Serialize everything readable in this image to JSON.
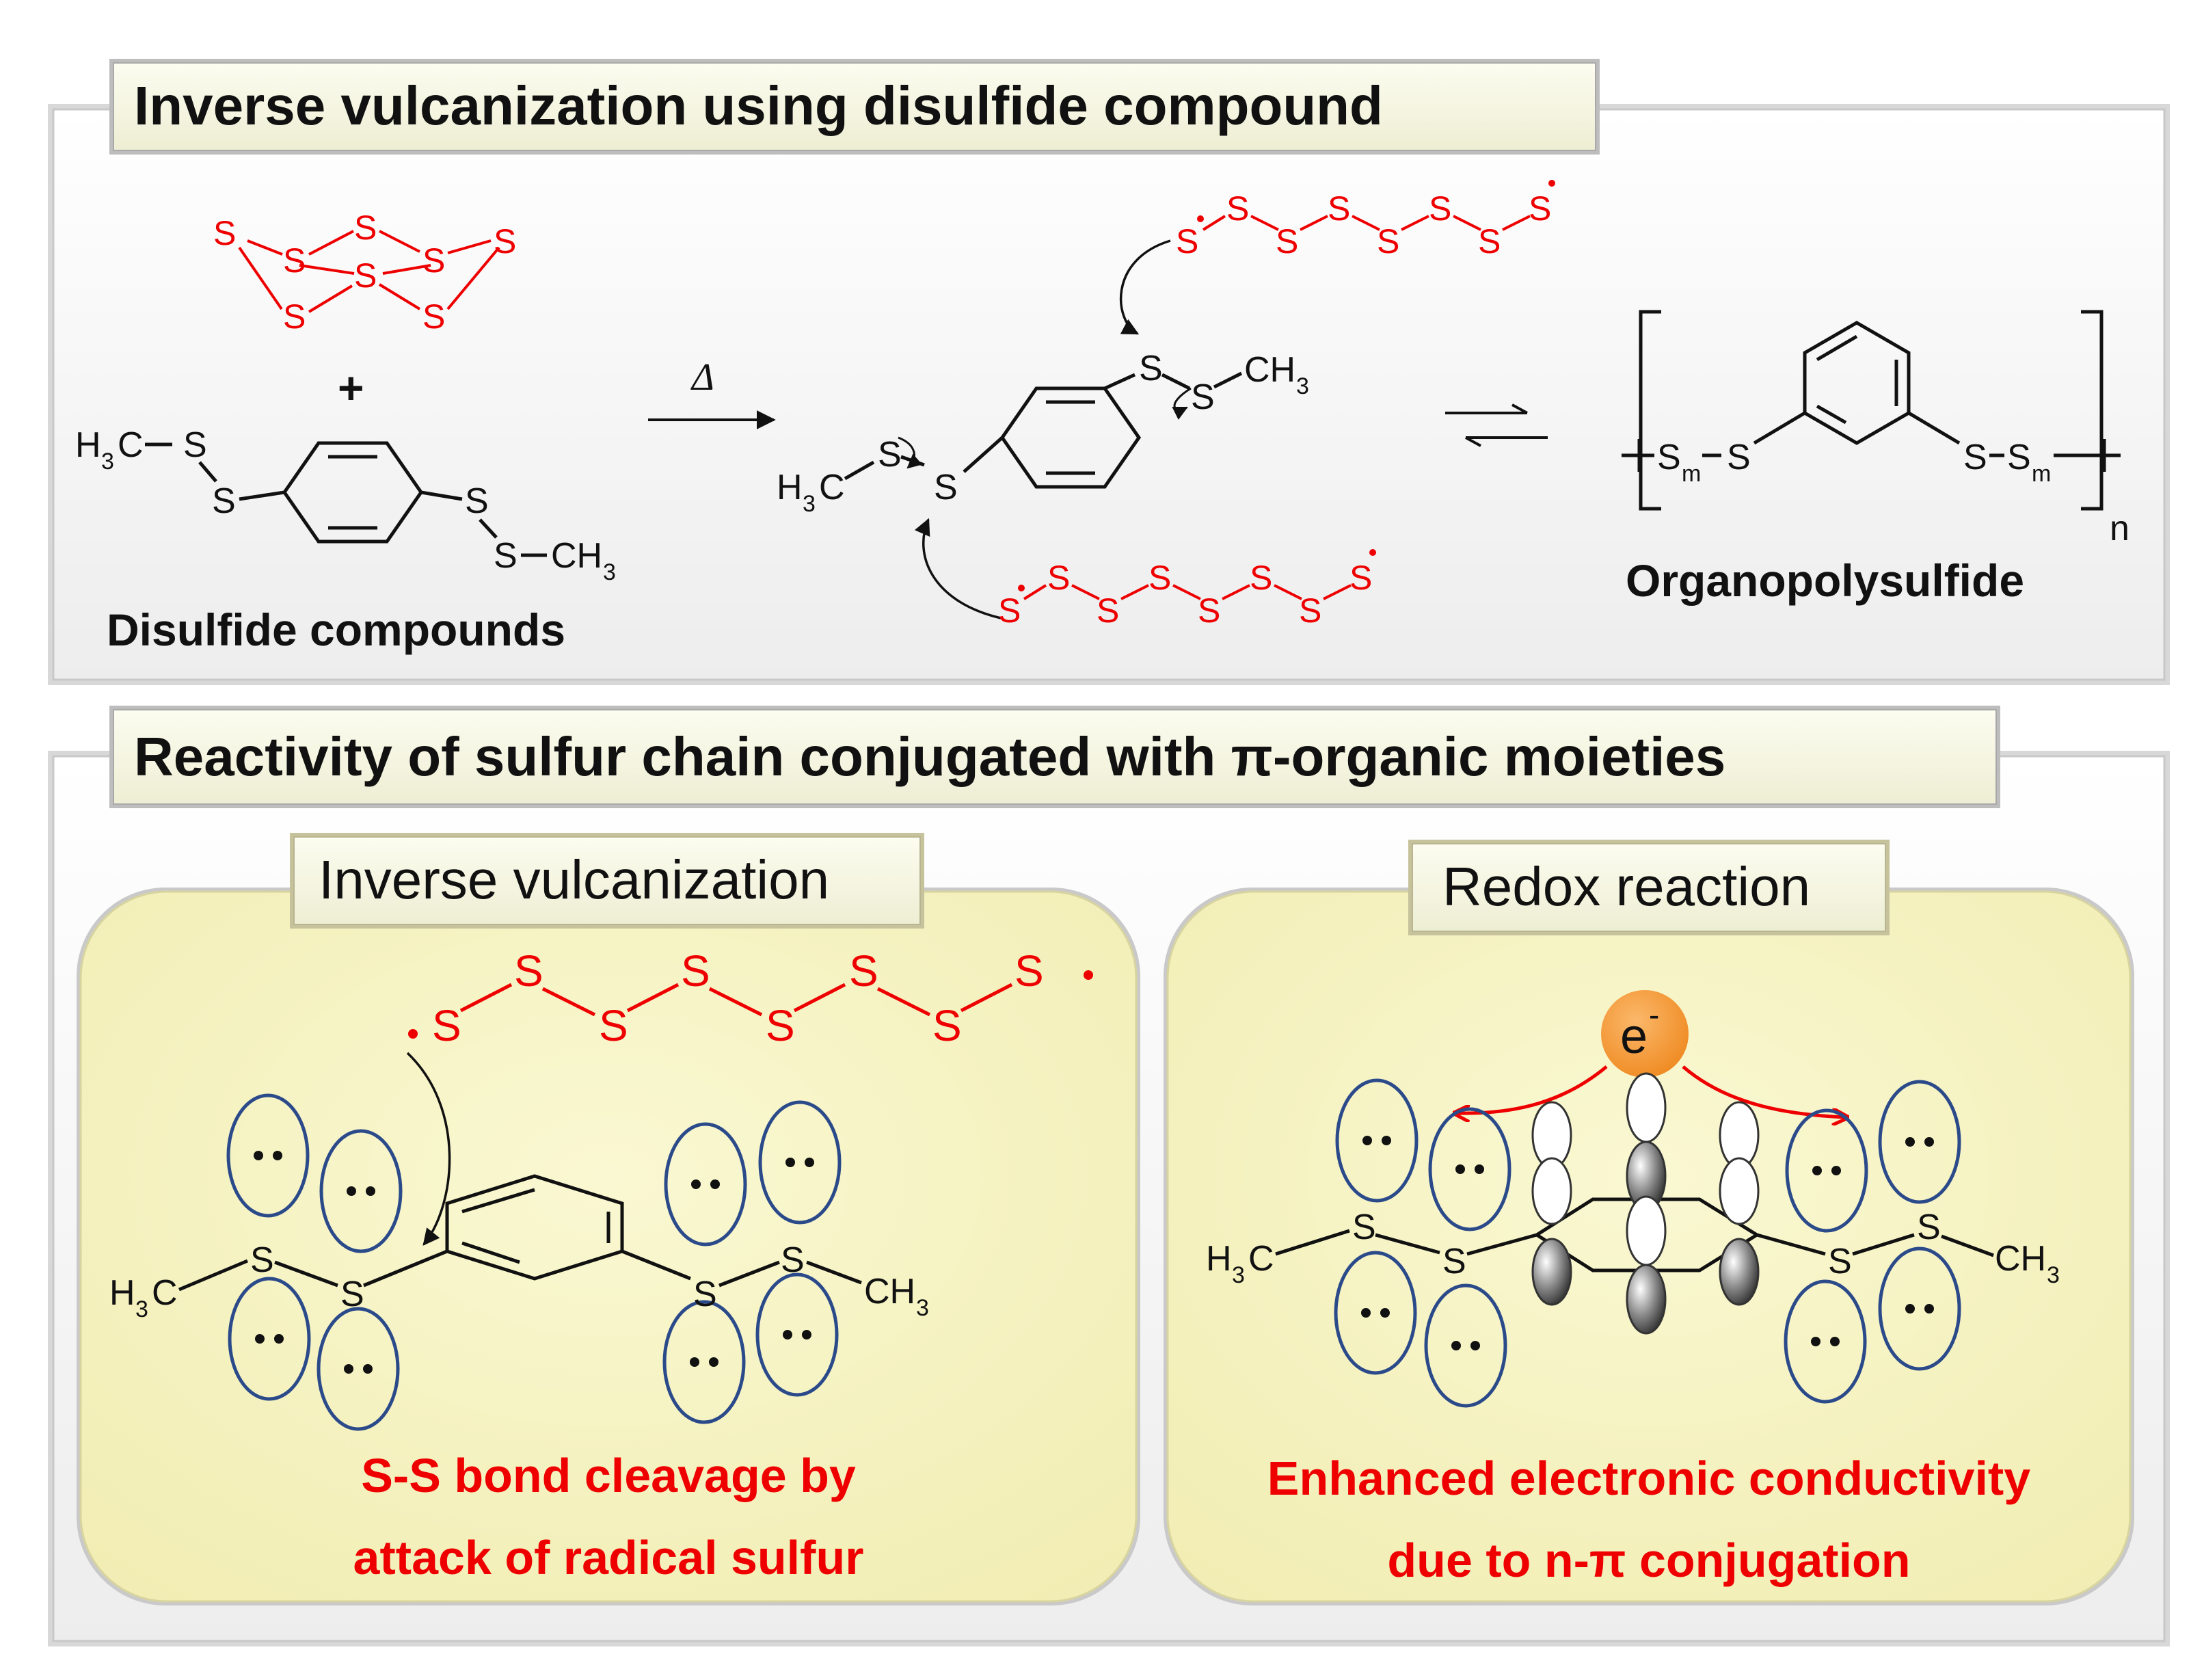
{
  "top_panel": {
    "title": "Inverse vulcanization using disulfide compound",
    "plus": "+",
    "heat_symbol": "Δ",
    "disulfide_label": "Disulfide compounds",
    "product_label": "Organopolysulfide",
    "subscript_n": "n",
    "atoms": {
      "S": "S",
      "H3C_H": "H",
      "H3C_3": "3",
      "H3C_C": "C",
      "CH3_CH": "CH",
      "CH3_3": "3",
      "Sm_S": "S",
      "Sm_m": "m"
    }
  },
  "bottom_panel": {
    "title": "Reactivity of sulfur chain conjugated with π-organic moieties",
    "left_box": {
      "tag": "Inverse vulcanization",
      "caption_line1": "S-S bond cleavage by",
      "caption_line2": "attack of radical sulfur"
    },
    "right_box": {
      "tag": "Redox reaction",
      "electron": "e",
      "electron_sup": "-",
      "caption_line1": "Enhanced electronic conductivity",
      "caption_line2": "due to n-π conjugation"
    }
  },
  "colors": {
    "sulfur_red": "#ee0000",
    "lone_pair_blue": "#2b4a8a",
    "box_yellow": "#f7f4c4",
    "electron_orange": "#f39632"
  }
}
